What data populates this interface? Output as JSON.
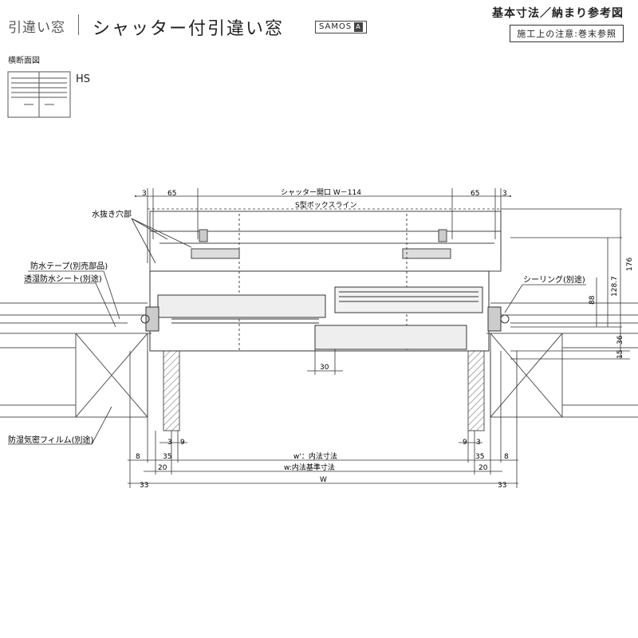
{
  "header": {
    "category": "引違い窓",
    "title": "シャッター付引違い窓",
    "badge": "SAMOS",
    "badge_mark": "A",
    "right_title": "基本寸法／納まり参考図",
    "note": "施工上の注意:巻末参照"
  },
  "section": {
    "label": "横断面図",
    "type": "HS"
  },
  "labels": {
    "shutter_opening": "シャッター開口 W－114",
    "box_line": "S型ボックスライン",
    "drain_hole": "水抜き穴部",
    "waterproof_tape": "防水テープ(別売部品)",
    "moisture_sheet": "透湿防水シート(別途)",
    "sealing": "シーリング(別途)",
    "vapor_film": "防湿気密フィルム(別途)",
    "inner_w_prime": "w'：内法寸法",
    "inner_w": "w:内法基準寸法",
    "W": "W"
  },
  "dims": {
    "top_left_3": "3",
    "top_left_65": "65",
    "top_right_65": "65",
    "top_right_3": "3",
    "h176": "176",
    "h128": "128.7",
    "h88": "88",
    "h36": "36",
    "h15": "15",
    "mid30": "30",
    "bl_3": "3",
    "bl_9": "9",
    "br_9": "9",
    "br_3": "3",
    "l8": "8",
    "l35": "35",
    "r35": "35",
    "r8": "8",
    "l20": "20",
    "r20": "20",
    "l33": "33",
    "r33": "33"
  }
}
